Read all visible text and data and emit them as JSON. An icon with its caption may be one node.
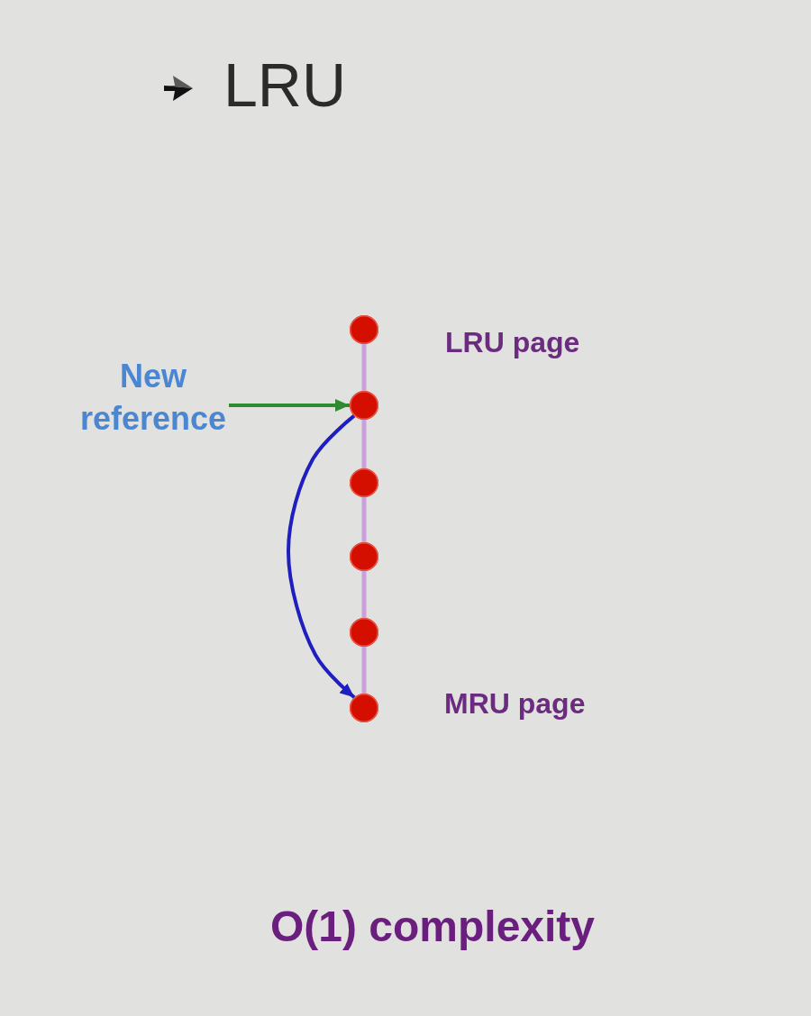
{
  "diagram": {
    "title": "LRU",
    "nodes": [
      {
        "text": [],
        "shape": "circle",
        "beside": [
          "LRU page"
        ]
      },
      {
        "text": [
          "New reference"
        ]
      },
      {
        "text": [],
        "shape": "circle"
      },
      {
        "text": [],
        "shape": "circle"
      },
      {
        "text": [],
        "shape": "circle"
      },
      {
        "text": [],
        "shape": "circle"
      },
      {
        "text": [],
        "shape": "circle",
        "beside": [
          "MRU page"
        ]
      }
    ],
    "edges": [
      {
        "from": 0,
        "to": 2,
        "arrow": "none"
      },
      {
        "from": 1,
        "to": 2,
        "arrow": "to",
        "color": "#2e8b30"
      },
      {
        "from": 2,
        "to": 3,
        "arrow": "none"
      },
      {
        "from": 3,
        "to": 4,
        "arrow": "none"
      },
      {
        "from": 4,
        "to": 5,
        "arrow": "none"
      },
      {
        "from": 5,
        "to": 6,
        "arrow": "none"
      },
      {
        "from": 2,
        "to": 6,
        "arrow": "to",
        "color": "#1f1fc0"
      }
    ],
    "caption": "O(1) complexity"
  }
}
